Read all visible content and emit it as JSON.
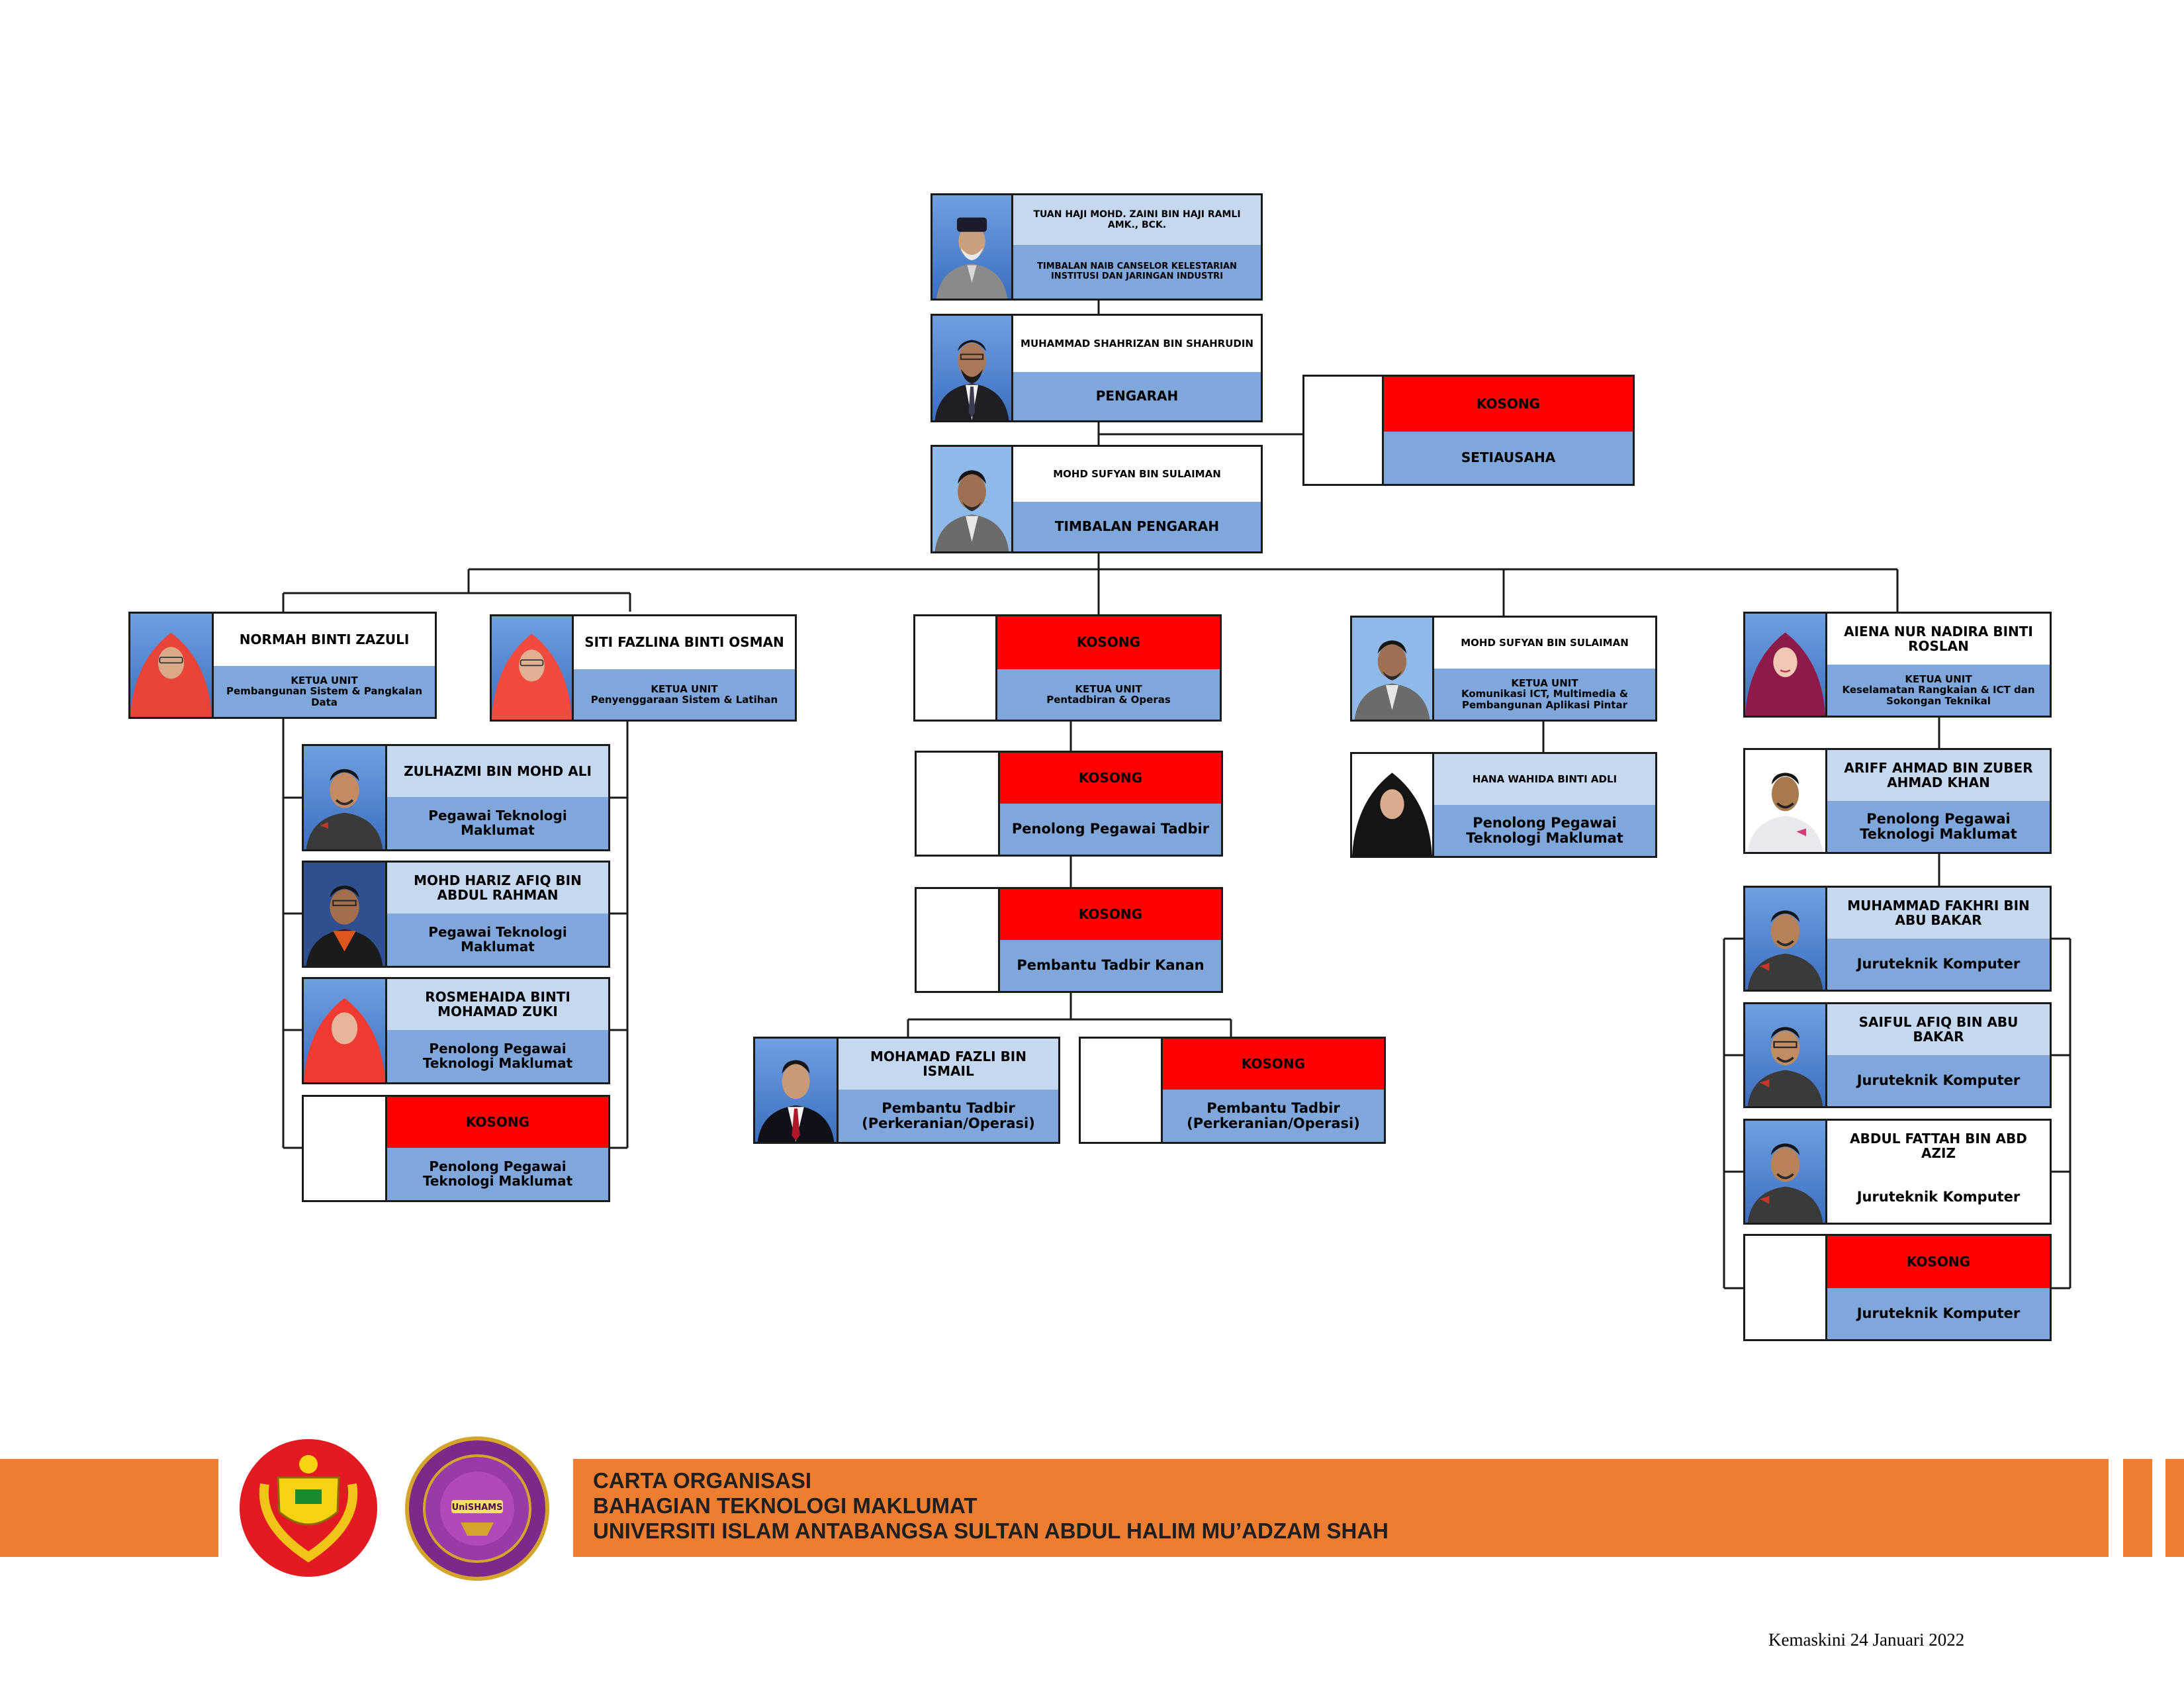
{
  "people": {
    "tnc": {
      "name": "TUAN HAJI MOHD. ZAINI BIN HAJI RAMLI AMK., BCK.",
      "position": "TIMBALAN NAIB CANSELOR KELESTARIAN INSTITUSI DAN JARINGAN INDUSTRI"
    },
    "pengarah": {
      "name": "MUHAMMAD SHAHRIZAN BIN SHAHRUDIN",
      "position": "PENGARAH"
    },
    "setiausaha": {
      "name": "KOSONG",
      "position": "SETIAUSAHA"
    },
    "timbalan": {
      "name": "MOHD SUFYAN BIN SULAIMAN",
      "position": "TIMBALAN PENGARAH"
    },
    "normah": {
      "name": "NORMAH BINTI ZAZULI",
      "position_top": "KETUA UNIT",
      "position": "Pembangunan Sistem & Pangkalan Data"
    },
    "fazlina": {
      "name": "SITI FAZLINA BINTI OSMAN",
      "position_top": "KETUA UNIT",
      "position": "Penyenggaraan Sistem & Latihan"
    },
    "kosong_pentadbiran": {
      "name": "KOSONG",
      "position_top": "KETUA UNIT",
      "position": "Pentadbiran & Operas"
    },
    "sufyan_unit": {
      "name": "MOHD SUFYAN BIN SULAIMAN",
      "position_top": "KETUA UNIT",
      "position": "Komunikasi ICT, Multimedia & Pembangunan Aplikasi Pintar"
    },
    "aiena": {
      "name": "AIENA NUR NADIRA BINTI ROSLAN",
      "position_top": "KETUA UNIT",
      "position": "Keselamatan Rangkaian & ICT dan Sokongan Teknikal"
    },
    "zulhazmi": {
      "name": "ZULHAZMI BIN MOHD ALI",
      "position": "Pegawai Teknologi Maklumat"
    },
    "hariz": {
      "name": "MOHD HARIZ AFIQ BIN ABDUL RAHMAN",
      "position": "Pegawai Teknologi Maklumat"
    },
    "rosmehaida": {
      "name": "ROSMEHAIDA BINTI MOHAMAD ZUKI",
      "position": "Penolong Pegawai Teknologi Maklumat"
    },
    "kosong_ppt": {
      "name": "KOSONG",
      "position": "Penolong Pegawai Teknologi Maklumat"
    },
    "kosong_ppt2": {
      "name": "KOSONG",
      "position": "Penolong Pegawai Tadbir"
    },
    "kosong_ptk": {
      "name": "KOSONG",
      "position": "Pembantu Tadbir Kanan"
    },
    "fazli": {
      "name": "MOHAMAD FAZLI BIN ISMAIL",
      "position": "Pembantu Tadbir (Perkeranian/Operasi)"
    },
    "kosong_pto": {
      "name": "KOSONG",
      "position": "Pembantu Tadbir (Perkeranian/Operasi)"
    },
    "hana": {
      "name": "HANA WAHIDA BINTI ADLI",
      "position": "Penolong Pegawai Teknologi Maklumat"
    },
    "ariff": {
      "name": "ARIFF AHMAD BIN ZUBER AHMAD KHAN",
      "position": "Penolong Pegawai Teknologi Maklumat"
    },
    "fakhri": {
      "name": "MUHAMMAD FAKHRI BIN ABU BAKAR",
      "position": "Juruteknik Komputer"
    },
    "saiful": {
      "name": "SAIFUL AFIQ BIN ABU BAKAR",
      "position": "Juruteknik Komputer"
    },
    "fattah": {
      "name": "ABDUL FATTAH BIN ABD AZIZ",
      "position": "Juruteknik Komputer"
    },
    "kosong_jk": {
      "name": "KOSONG",
      "position": "Juruteknik Komputer"
    }
  },
  "footer": {
    "line1": "CARTA ORGANISASI",
    "line2": "BAHAGIAN TEKNOLOGI MAKLUMAT",
    "line3": "UNIVERSITI ISLAM ANTABANGSA SULTAN ABDUL HALIM MU’ADZAM SHAH",
    "updated": "Kemaskini 24 Januari 2022",
    "logo2_text": "UniSHAMS"
  },
  "colors": {
    "vacant": "#ff0000",
    "position_fill": "#7fa7dc",
    "name_fill_light": "#c6d8f0",
    "footer_bar": "#ed7d31"
  }
}
